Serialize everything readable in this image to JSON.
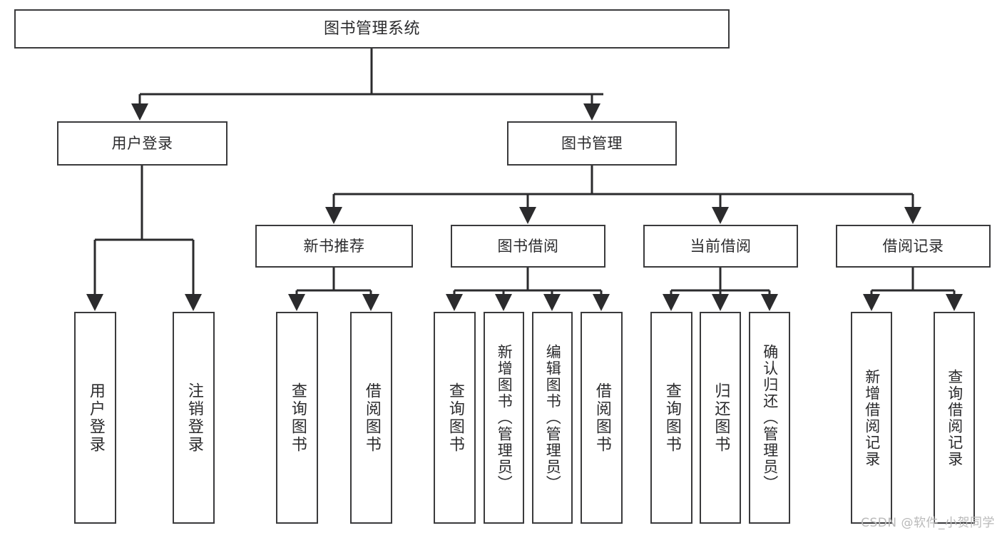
{
  "diagram": {
    "title": "图书管理系统",
    "watermark": "CSDN @软件_小贺同学",
    "colors": {
      "box_border": "#3a3a3c",
      "box_fill": "#ffffff",
      "connector": "#2b2b2d",
      "text": "#2b2b2d",
      "watermark": "#b9b9b9",
      "background": "#ffffff"
    },
    "levels": {
      "root": [
        "图书管理系统"
      ],
      "level1": [
        "用户登录",
        "图书管理"
      ],
      "level2": [
        "新书推荐",
        "图书借阅",
        "当前借阅",
        "借阅记录"
      ],
      "leaves": [
        "用户登录",
        "注销登录",
        "查询图书",
        "借阅图书",
        "查询图书",
        "新增图书（管理员）",
        "编辑图书（管理员）",
        "借阅图书",
        "查询图书",
        "归还图书",
        "确认归还（管理员）",
        "新增借阅记录",
        "查询借阅记录"
      ]
    },
    "nodes": {
      "root": {
        "label": "图书管理系统"
      },
      "user_login": {
        "label": "用户登录"
      },
      "book_manage": {
        "label": "图书管理"
      },
      "new_book_rec": {
        "label": "新书推荐"
      },
      "book_borrow": {
        "label": "图书借阅"
      },
      "current_borrow": {
        "label": "当前借阅"
      },
      "borrow_record": {
        "label": "借阅记录"
      },
      "leaf_user_login": {
        "label": "用户登录"
      },
      "leaf_logout": {
        "label": "注销登录"
      },
      "leaf_query_book_1": {
        "label": "查询图书"
      },
      "leaf_borrow_book_1": {
        "label": "借阅图书"
      },
      "leaf_query_book_2": {
        "label": "查询图书"
      },
      "leaf_add_book_admin": {
        "label": "新增图书（管理员）"
      },
      "leaf_edit_book_admin": {
        "label": "编辑图书（管理员）"
      },
      "leaf_borrow_book_2": {
        "label": "借阅图书"
      },
      "leaf_query_book_3": {
        "label": "查询图书"
      },
      "leaf_return_book": {
        "label": "归还图书"
      },
      "leaf_confirm_return_admin": {
        "label": "确认归还（管理员）"
      },
      "leaf_add_borrow_record": {
        "label": "新增借阅记录"
      },
      "leaf_query_borrow_record": {
        "label": "查询借阅记录"
      }
    }
  }
}
